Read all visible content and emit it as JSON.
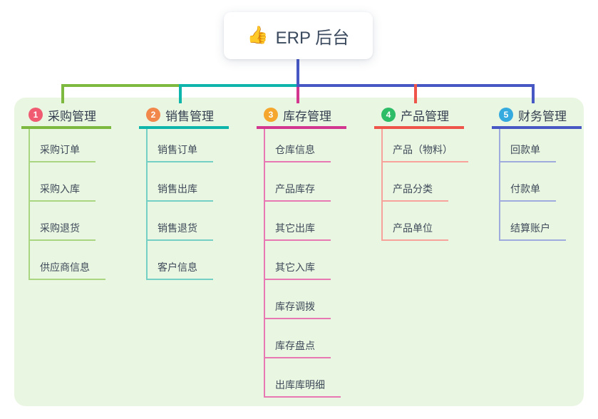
{
  "root": {
    "icon": "👍",
    "label": "ERP 后台"
  },
  "colors": {
    "canvas_bg": "#ffffff",
    "panel_bg": "#e9f6e2",
    "root_line": "#4757c4",
    "root_text": "#3b4a5e",
    "title_text": "#333f4f",
    "child_text": "#3e4a59"
  },
  "branches": [
    {
      "number": "1",
      "label": "采购管理",
      "badge_color": "#f05b72",
      "line_color": "#7cb93e",
      "child_line_color": "#aad581",
      "children": [
        "采购订单",
        "采购入库",
        "采购退货",
        "供应商信息"
      ]
    },
    {
      "number": "2",
      "label": "销售管理",
      "badge_color": "#f2874b",
      "line_color": "#0db5ab",
      "child_line_color": "#74cfc5",
      "children": [
        "销售订单",
        "销售出库",
        "销售退货",
        "客户信息"
      ]
    },
    {
      "number": "3",
      "label": "库存管理",
      "badge_color": "#f5a62c",
      "line_color": "#d2368e",
      "child_line_color": "#e878b4",
      "children": [
        "仓库信息",
        "产品库存",
        "其它出库",
        "其它入库",
        "库存调拨",
        "库存盘点",
        "出库库明细"
      ]
    },
    {
      "number": "4",
      "label": "产品管理",
      "badge_color": "#2ebd67",
      "line_color": "#ee5449",
      "child_line_color": "#f7a29b",
      "children": [
        "产品（物料）",
        "产品分类",
        "产品单位"
      ]
    },
    {
      "number": "5",
      "label": "财务管理",
      "badge_color": "#35aade",
      "line_color": "#4757c4",
      "child_line_color": "#9fabdd",
      "children": [
        "回款单",
        "付款单",
        "结算账户"
      ]
    }
  ]
}
